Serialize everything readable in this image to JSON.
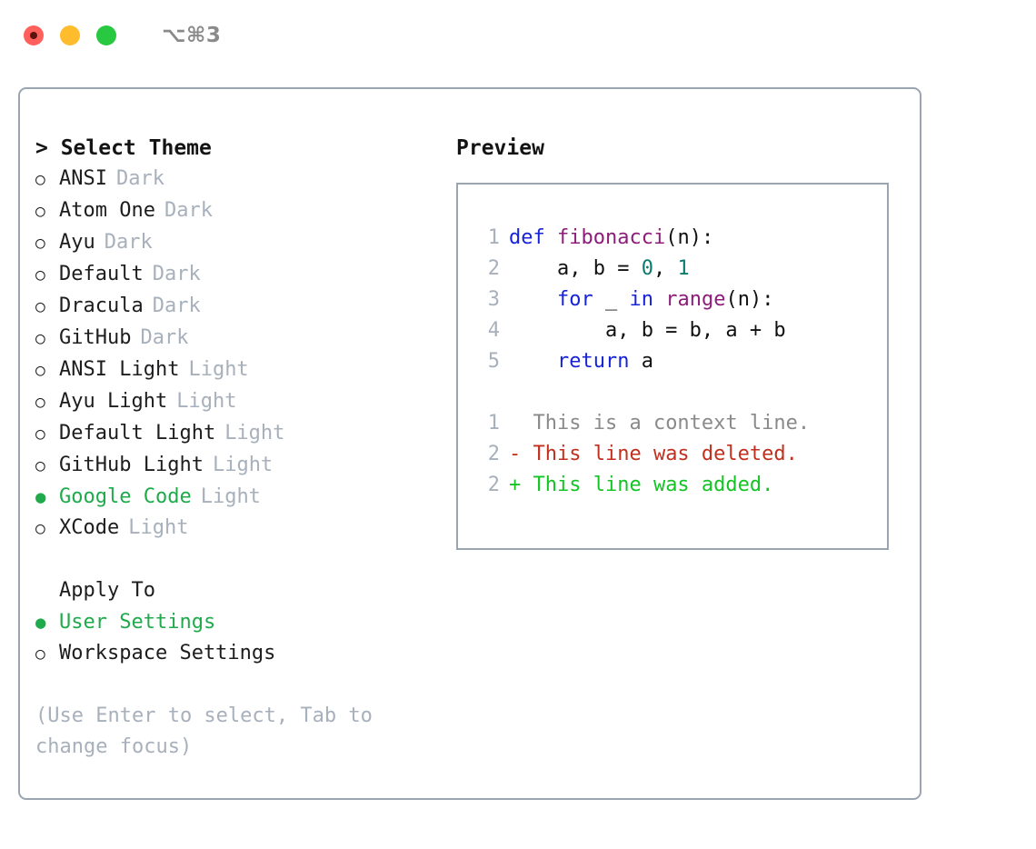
{
  "titlebar": {
    "shortcut": "⌥⌘3",
    "lights": [
      {
        "name": "close",
        "color": "#ff605c"
      },
      {
        "name": "minimize",
        "color": "#ffbd2e"
      },
      {
        "name": "maximize",
        "color": "#28c840"
      }
    ]
  },
  "theme_picker": {
    "title": "> Select Theme",
    "unselected_bullet": "○",
    "selected_bullet": "●",
    "accent_color": "#1faa4b",
    "options": [
      {
        "label": "ANSI",
        "tag": "Dark",
        "selected": false
      },
      {
        "label": "Atom One",
        "tag": "Dark",
        "selected": false
      },
      {
        "label": "Ayu",
        "tag": "Dark",
        "selected": false
      },
      {
        "label": "Default",
        "tag": "Dark",
        "selected": false
      },
      {
        "label": "Dracula",
        "tag": "Dark",
        "selected": false
      },
      {
        "label": "GitHub",
        "tag": "Dark",
        "selected": false
      },
      {
        "label": "ANSI Light",
        "tag": "Light",
        "selected": false
      },
      {
        "label": "Ayu Light",
        "tag": "Light",
        "selected": false
      },
      {
        "label": "Default Light",
        "tag": "Light",
        "selected": false
      },
      {
        "label": "GitHub Light",
        "tag": "Light",
        "selected": false
      },
      {
        "label": "Google Code",
        "tag": "Light",
        "selected": true
      },
      {
        "label": "XCode",
        "tag": "Light",
        "selected": false
      }
    ]
  },
  "apply_to": {
    "title": "Apply To",
    "options": [
      {
        "label": "User Settings",
        "selected": true
      },
      {
        "label": "Workspace Settings",
        "selected": false
      }
    ]
  },
  "hint": "(Use Enter to select, Tab to change focus)",
  "preview": {
    "title": "Preview",
    "code_lines": [
      {
        "number": "1",
        "tokens": [
          {
            "text": "def ",
            "type": "kw"
          },
          {
            "text": "fibonacci",
            "type": "fn"
          },
          {
            "text": "(n):",
            "type": "pl"
          }
        ]
      },
      {
        "number": "2",
        "tokens": [
          {
            "text": "    a, b = ",
            "type": "pl"
          },
          {
            "text": "0",
            "type": "num"
          },
          {
            "text": ", ",
            "type": "pl"
          },
          {
            "text": "1",
            "type": "num"
          }
        ]
      },
      {
        "number": "3",
        "tokens": [
          {
            "text": "    ",
            "type": "pl"
          },
          {
            "text": "for",
            "type": "kw"
          },
          {
            "text": " _ ",
            "type": "pl"
          },
          {
            "text": "in",
            "type": "kw"
          },
          {
            "text": " ",
            "type": "pl"
          },
          {
            "text": "range",
            "type": "fn"
          },
          {
            "text": "(n):",
            "type": "pl"
          }
        ]
      },
      {
        "number": "4",
        "tokens": [
          {
            "text": "        a, b = b, a + b",
            "type": "pl"
          }
        ]
      },
      {
        "number": "5",
        "tokens": [
          {
            "text": "    ",
            "type": "pl"
          },
          {
            "text": "return",
            "type": "kw"
          },
          {
            "text": " a",
            "type": "pl"
          }
        ]
      }
    ],
    "diff_lines": [
      {
        "number": "1",
        "marker": " ",
        "text": " This is a context line.",
        "type": "context"
      },
      {
        "number": "2",
        "marker": "-",
        "text": " This line was deleted.",
        "type": "deleted"
      },
      {
        "number": "2",
        "marker": "+",
        "text": " This line was added.",
        "type": "added"
      }
    ],
    "colors": {
      "keyword": "#1723d8",
      "function": "#8e1c7a",
      "number": "#0b7a6e",
      "plain": "#111111",
      "line_number": "#a7b0bb",
      "diff_context": "#8a8a8a",
      "diff_deleted": "#c0301e",
      "diff_added": "#14c425"
    }
  }
}
